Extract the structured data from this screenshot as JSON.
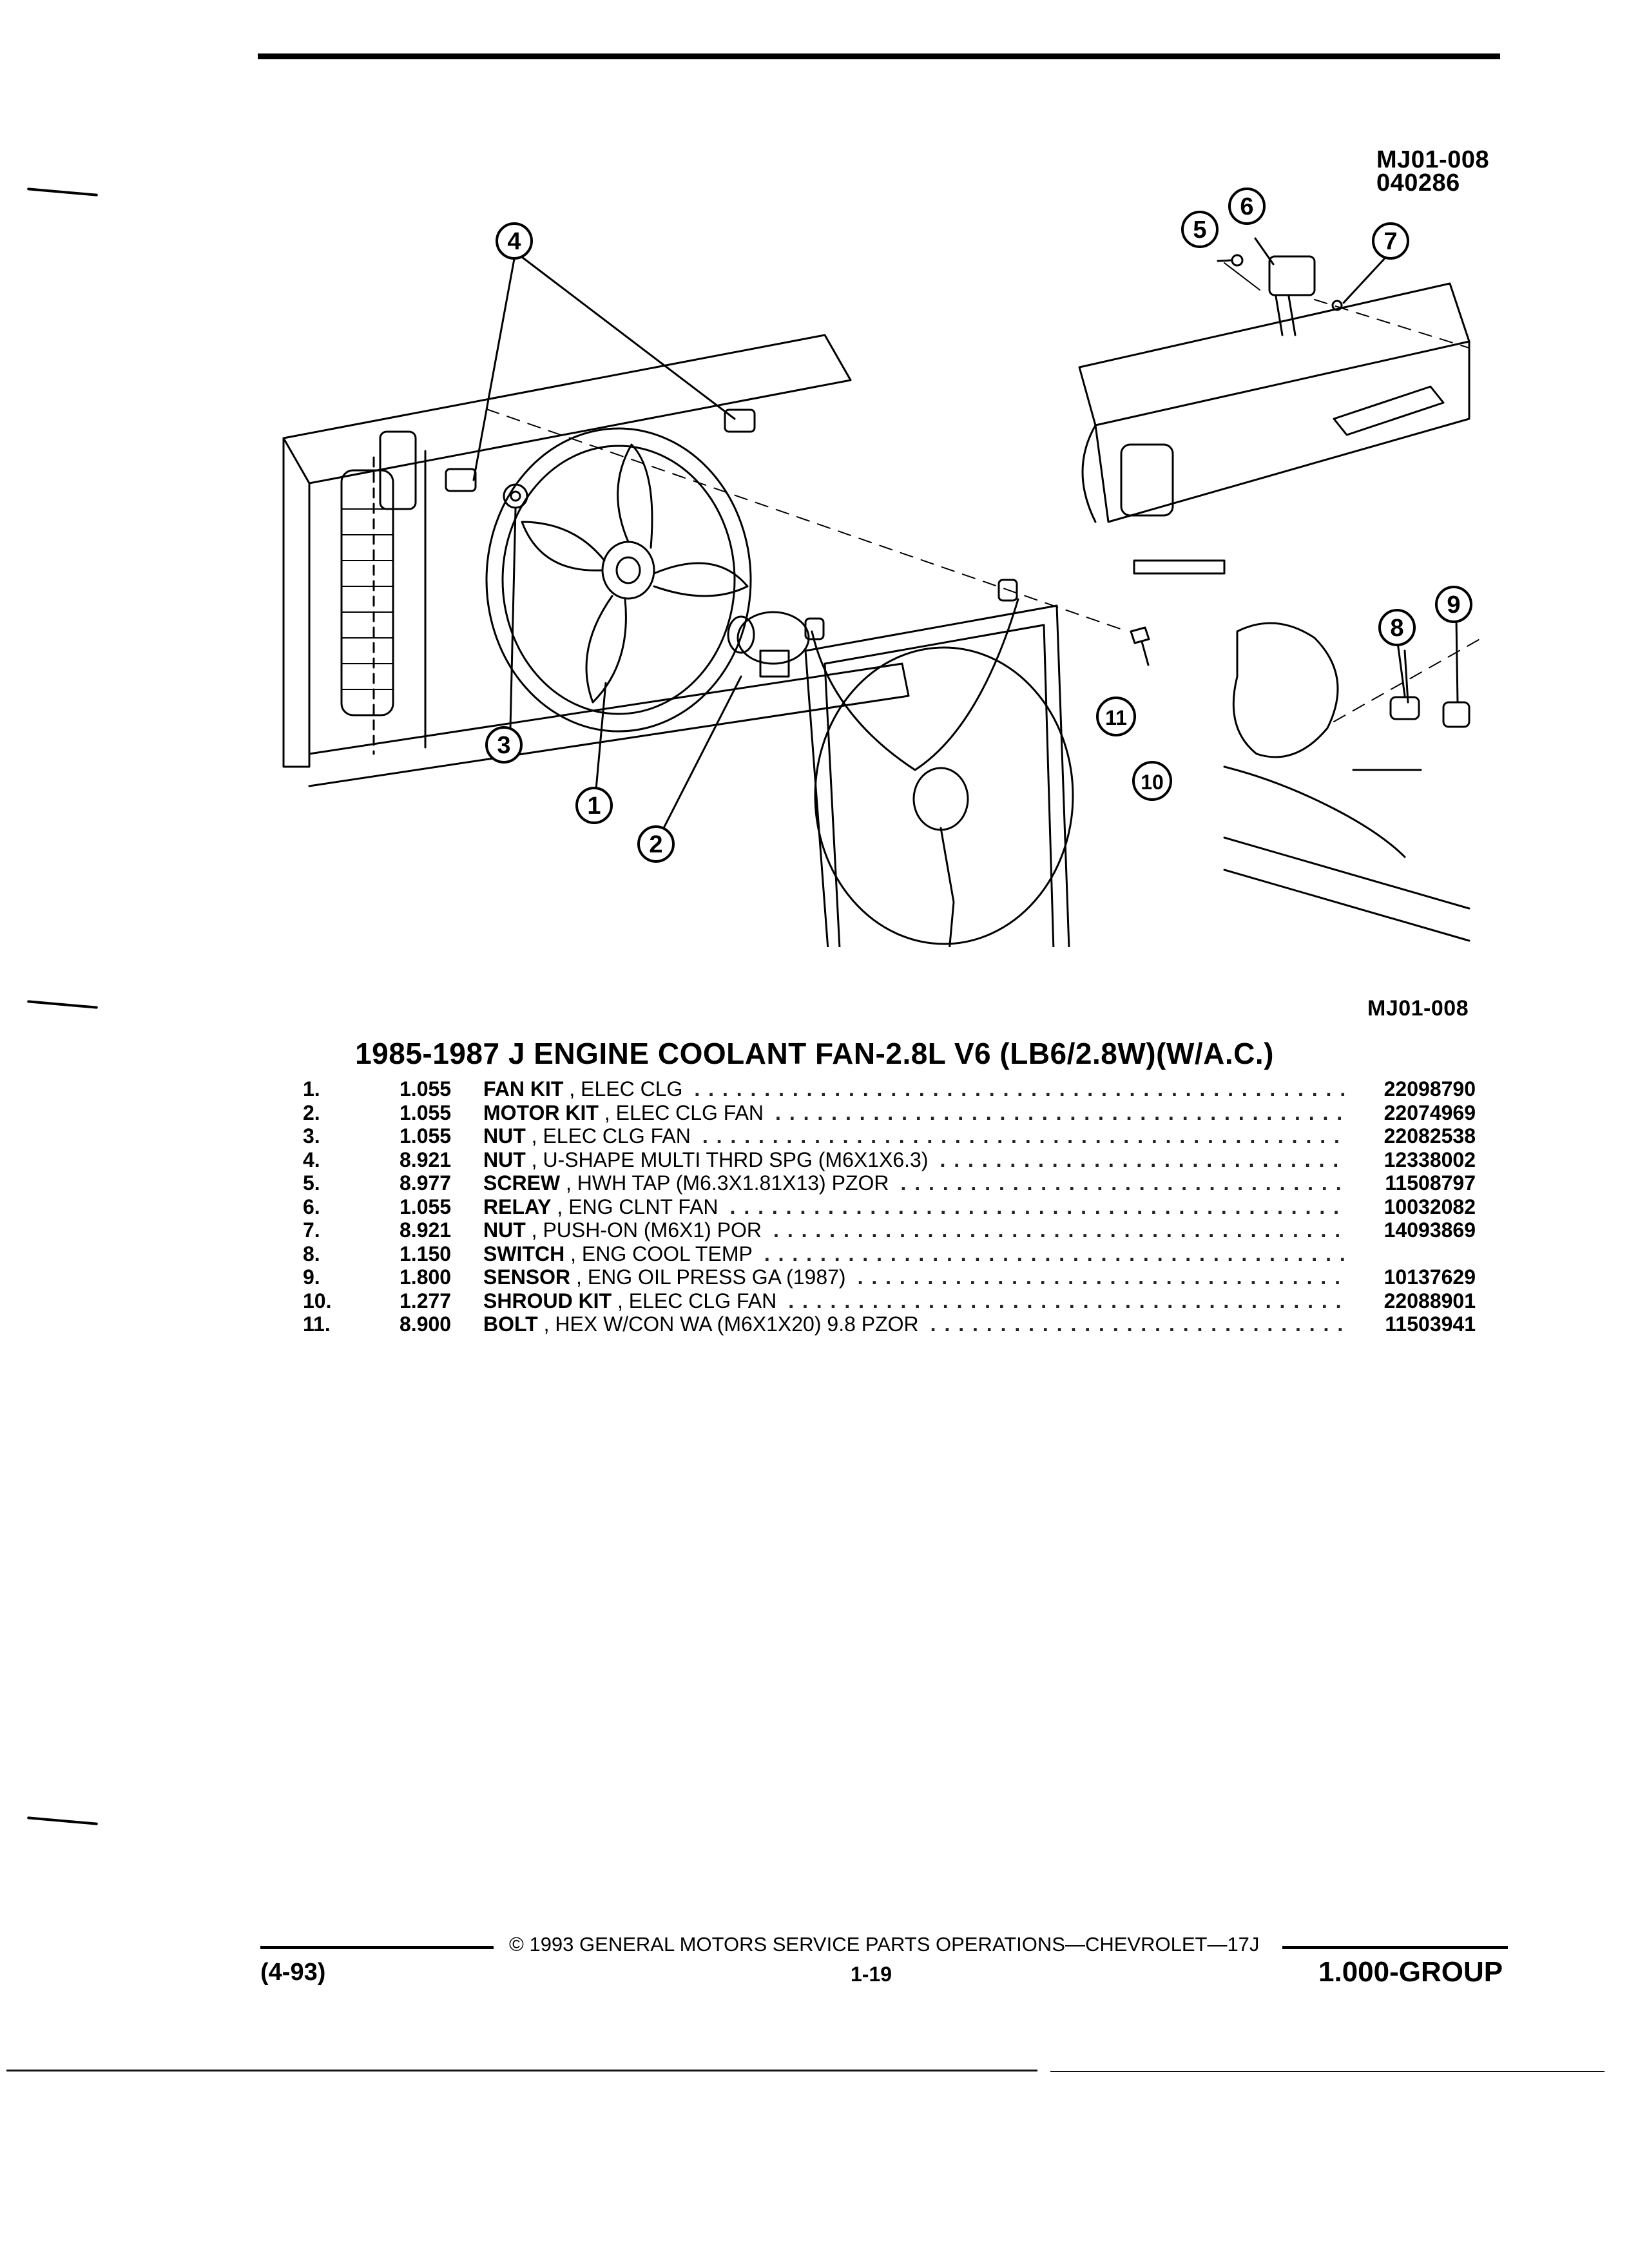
{
  "header": {
    "code": "MJ01-008",
    "date_code": "040286"
  },
  "figure": {
    "callouts": [
      "1",
      "2",
      "3",
      "4",
      "5",
      "6",
      "7",
      "8",
      "9",
      "10",
      "11"
    ],
    "code": "MJ01-008"
  },
  "title": "1985-1987 J ENGINE COOLANT FAN-2.8L V6 (LB6/2.8W)(W/A.C.)",
  "parts": [
    {
      "no": "1.",
      "qty": "1.055",
      "name": "FAN KIT",
      "desc": ", ELEC CLG",
      "pn": "22098790"
    },
    {
      "no": "2.",
      "qty": "1.055",
      "name": "MOTOR KIT",
      "desc": ", ELEC CLG FAN",
      "pn": "22074969"
    },
    {
      "no": "3.",
      "qty": "1.055",
      "name": "NUT",
      "desc": ", ELEC CLG FAN",
      "pn": "22082538"
    },
    {
      "no": "4.",
      "qty": "8.921",
      "name": "NUT",
      "desc": ", U-SHAPE MULTI THRD SPG (M6X1X6.3)",
      "pn": "12338002"
    },
    {
      "no": "5.",
      "qty": "8.977",
      "name": "SCREW",
      "desc": ", HWH TAP (M6.3X1.81X13) PZOR",
      "pn": "11508797"
    },
    {
      "no": "6.",
      "qty": "1.055",
      "name": "RELAY",
      "desc": ", ENG CLNT FAN",
      "pn": "10032082"
    },
    {
      "no": "7.",
      "qty": "8.921",
      "name": "NUT",
      "desc": ", PUSH-ON (M6X1) POR",
      "pn": "14093869"
    },
    {
      "no": "8.",
      "qty": "1.150",
      "name": "SWITCH",
      "desc": ", ENG COOL TEMP",
      "pn": ""
    },
    {
      "no": "9.",
      "qty": "1.800",
      "name": "SENSOR",
      "desc": ", ENG OIL PRESS GA (1987)",
      "pn": "10137629"
    },
    {
      "no": "10.",
      "qty": "1.277",
      "name": "SHROUD KIT",
      "desc": ", ELEC CLG FAN",
      "pn": "22088901"
    },
    {
      "no": "11.",
      "qty": "8.900",
      "name": "BOLT",
      "desc": ", HEX W/CON WA (M6X1X20) 9.8 PZOR",
      "pn": "11503941"
    }
  ],
  "footer": {
    "copyright": "© 1993 GENERAL MOTORS SERVICE PARTS OPERATIONS—CHEVROLET—17J",
    "page": "1-19",
    "left": "(4-93)",
    "group": "1.000-GROUP"
  },
  "colors": {
    "ink": "#000000",
    "paper": "#ffffff"
  }
}
